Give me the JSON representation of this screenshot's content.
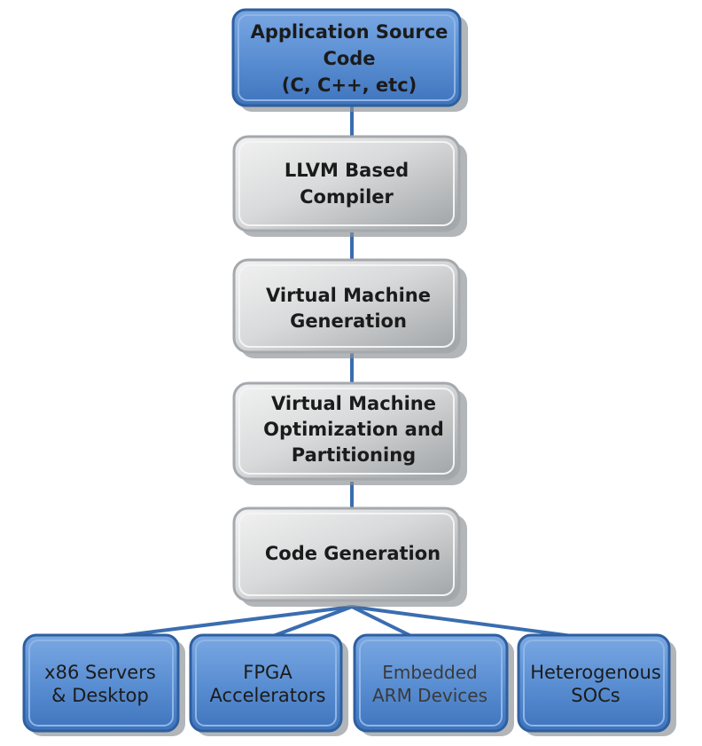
{
  "diagram": {
    "source": {
      "lines": [
        "Application Source",
        "Code",
        "(C, C++, etc)"
      ]
    },
    "stages": [
      {
        "lines": [
          "LLVM Based",
          "Compiler"
        ]
      },
      {
        "lines": [
          "Virtual Machine",
          "Generation"
        ]
      },
      {
        "lines": [
          "Virtual Machine",
          "Optimization and",
          "Partitioning"
        ]
      },
      {
        "lines": [
          "Code Generation"
        ]
      }
    ],
    "targets": [
      {
        "lines": [
          "x86 Servers",
          "& Desktop"
        ]
      },
      {
        "lines": [
          "FPGA",
          "Accelerators"
        ]
      },
      {
        "lines": [
          "Embedded",
          "ARM Devices"
        ]
      },
      {
        "lines": [
          "Heterogenous",
          "SOCs"
        ]
      }
    ],
    "colors": {
      "blue_box": "#5b8fd3",
      "gray_box": "#c9cbcc",
      "connector": "#3a6db0"
    }
  }
}
